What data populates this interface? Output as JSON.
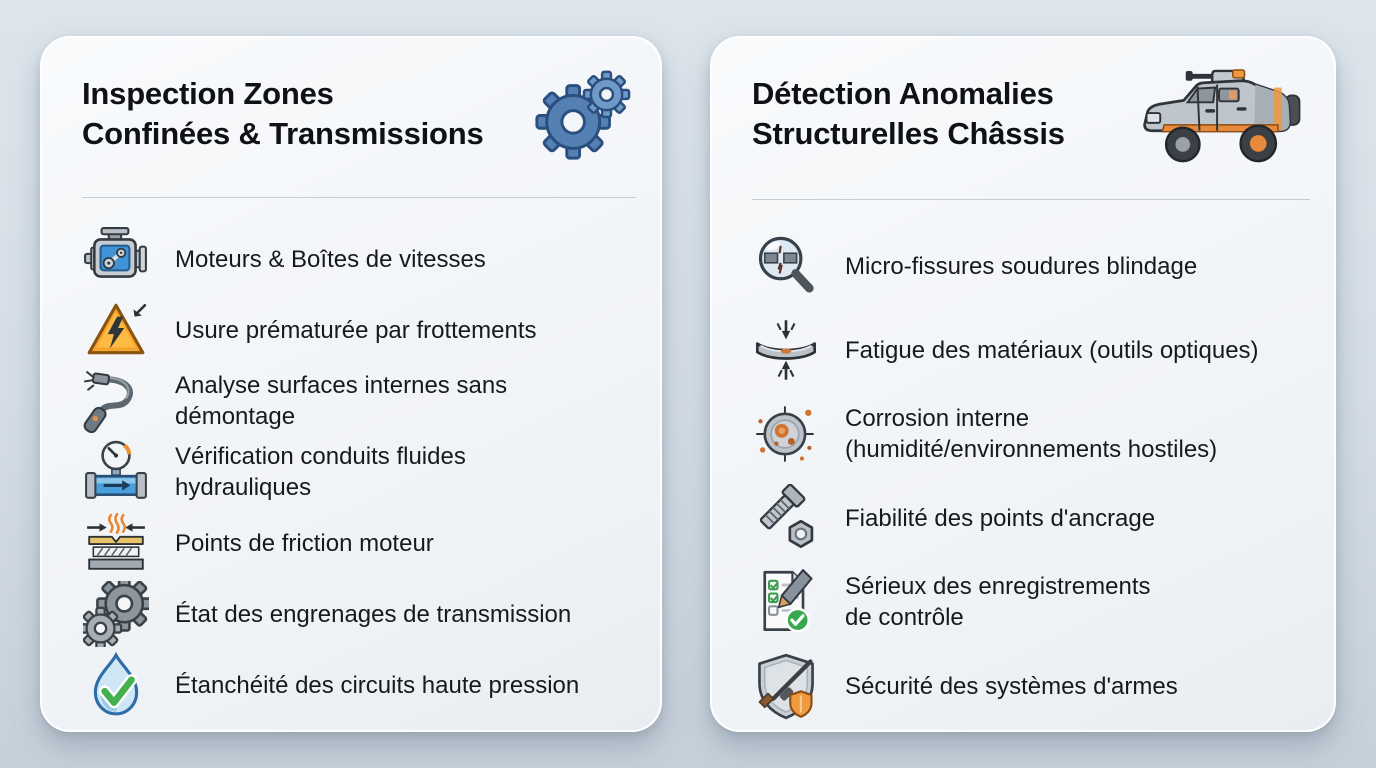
{
  "left_card": {
    "title": "Inspection Zones\nConfinées & Transmissions",
    "title_icon": "gears-icon",
    "items": [
      {
        "icon": "engine-icon",
        "label": "Moteurs & Boîtes de vitesses"
      },
      {
        "icon": "warning-triangle-icon",
        "label": "Usure prématurée par frottements"
      },
      {
        "icon": "borescope-icon",
        "label": "Analyse surfaces internes sans\ndémontage"
      },
      {
        "icon": "pressure-gauge-icon",
        "label": "Vérification conduits fluides\nhydrauliques"
      },
      {
        "icon": "friction-heat-icon",
        "label": "Points de friction moteur"
      },
      {
        "icon": "transmission-gears-icon",
        "label": "État des engrenages de transmission"
      },
      {
        "icon": "droplet-check-icon",
        "label": "Étanchéité des circuits haute pression"
      }
    ]
  },
  "right_card": {
    "title": "Détection Anomalies\nStructurelles Châssis",
    "title_icon": "armored-vehicle-icon",
    "items": [
      {
        "icon": "magnifier-crack-icon",
        "label": "Micro-fissures soudures blindage"
      },
      {
        "icon": "material-fatigue-icon",
        "label": "Fatigue des matériaux (outils optiques)"
      },
      {
        "icon": "corrosion-icon",
        "label": "Corrosion interne\n(humidité/environnements hostiles)"
      },
      {
        "icon": "bolt-nut-icon",
        "label": "Fiabilité des points d'ancrage"
      },
      {
        "icon": "checklist-pen-icon",
        "label": "Sérieux des enregistrements\nde contrôle"
      },
      {
        "icon": "shield-weapon-icon",
        "label": "Sécurité des systèmes d'armes"
      }
    ]
  },
  "colors": {
    "background_top": "#dde5ec",
    "background_bottom": "#c6d0da",
    "card_background": "#f4f6f9",
    "title_text": "#0f1116",
    "item_text": "#17191e",
    "divider": "#c7ccd3",
    "accent_blue": "#4a80b4",
    "accent_orange": "#ee9838",
    "accent_green": "#3fae4e",
    "icon_gray": "#b9c0c7",
    "outline_dark": "#343b42"
  }
}
